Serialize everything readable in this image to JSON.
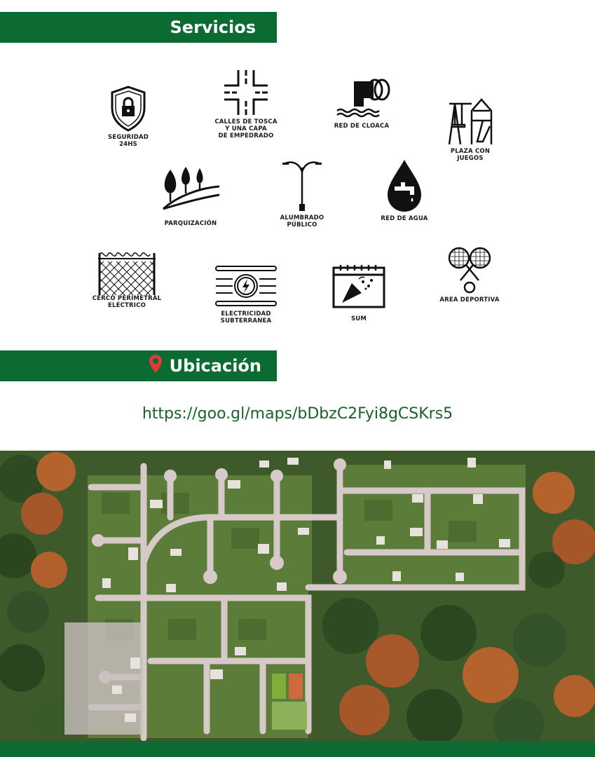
{
  "sections": {
    "servicios_title": "Servicios",
    "ubicacion_title": "Ubicación"
  },
  "services": [
    {
      "label": "SEGURIDAD\n24HS",
      "icon": "shield-lock-icon"
    },
    {
      "label": "CALLES DE TOSCA\nY UNA CAPA\nDE EMPEDRADO",
      "icon": "crossroad-icon"
    },
    {
      "label": "RED DE CLOACA",
      "icon": "sewer-pipe-icon"
    },
    {
      "label": "PLAZA CON\nJUEGOS",
      "icon": "playground-icon"
    },
    {
      "label": "PARQUIZACIÓN",
      "icon": "trees-icon"
    },
    {
      "label": "ALUMBRADO\nPÚBLICO",
      "icon": "streetlight-icon"
    },
    {
      "label": "RED DE AGUA",
      "icon": "water-drop-faucet-icon"
    },
    {
      "label": "CERCO PERIMETRAL\nELÉCTRICO",
      "icon": "electric-fence-icon"
    },
    {
      "label": "ELECTRICIDAD\nSUBTERRANEA",
      "icon": "underground-electricity-icon"
    },
    {
      "label": "SUM",
      "icon": "calendar-party-icon"
    },
    {
      "label": "AREA DEPORTIVA",
      "icon": "tennis-rackets-icon"
    }
  ],
  "location": {
    "url": "https://goo.gl/maps/bDbzC2Fyi8gCSKrs5",
    "pin_color": "#e03a3a"
  },
  "colors": {
    "banner": "#0b6b32",
    "link": "#1c5f2e"
  }
}
